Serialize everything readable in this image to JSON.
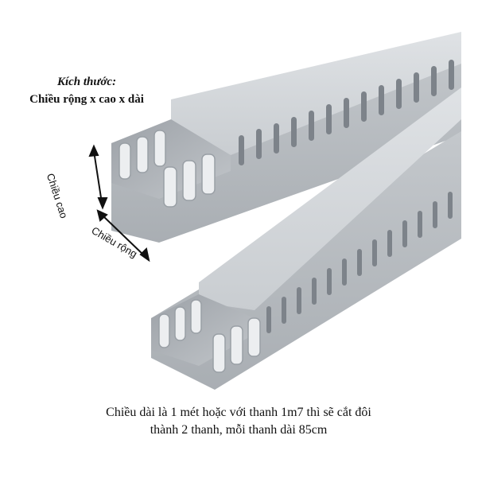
{
  "heading": {
    "line1": "Kích thước:",
    "line2": "Chiều rộng x cao x dài"
  },
  "dimensions": {
    "height_label": "Chiều cao",
    "width_label": "Chiều rộng"
  },
  "caption": {
    "line1": "Chiều dài là 1 mét hoặc với thanh 1m7 thì sẽ cắt đôi",
    "line2": "thành 2 thanh, mỗi thanh dài 85cm"
  },
  "colors": {
    "duct_body": "#bfc3c7",
    "duct_light": "#d9dcdf",
    "duct_shadow": "#8e9399",
    "slot": "#7d838a",
    "text": "#111111"
  }
}
